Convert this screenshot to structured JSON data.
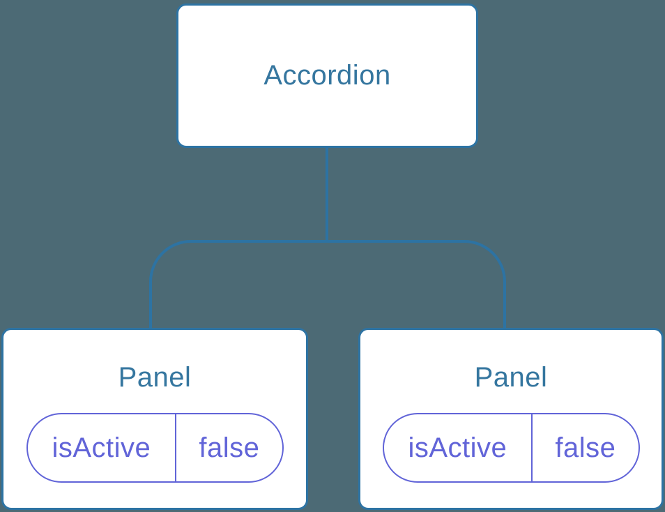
{
  "diagram": {
    "colors": {
      "background": "#4c6a75",
      "line": "#2d73a3",
      "node-fill": "#ffffff",
      "title": "#35769f",
      "state": "#6164d8"
    },
    "root": {
      "label": "Accordion"
    },
    "panels": [
      {
        "label": "Panel",
        "state": {
          "key": "isActive",
          "value": "false"
        }
      },
      {
        "label": "Panel",
        "state": {
          "key": "isActive",
          "value": "false"
        }
      }
    ]
  }
}
